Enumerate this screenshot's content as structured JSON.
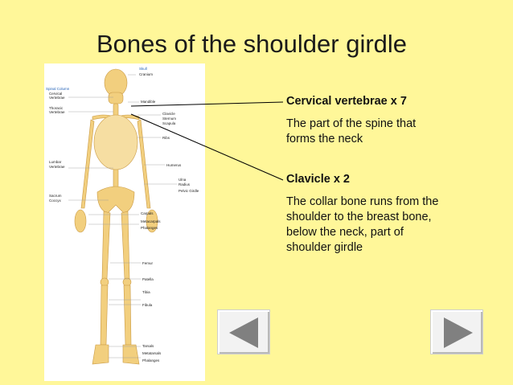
{
  "slide": {
    "title": "Bones of the shoulder girdle"
  },
  "figure_labels": {
    "skull": "Skull",
    "cranium": "Cranium",
    "spinal_column": "Spinal Column",
    "cervical": "Cervical",
    "vertebrae_1": "Vertebrae",
    "thoracic": "Thoracic",
    "vertebrae_2": "Vertebrae",
    "mandible": "Mandible",
    "clavicle": "Clavicle",
    "sternum": "Sternum",
    "scapula": "Scapula",
    "ribs": "Ribs",
    "lumbar": "Lumbar",
    "vertebrae_3": "Vertebrae",
    "humerus": "Humerus",
    "ulna": "Ulna",
    "radius": "Radius",
    "pelvic_girdle": "Pelvic Girdle",
    "sacrum": "Sacrum",
    "coccyx": "Coccyx",
    "carpals": "Carpals",
    "metacarpals": "Metacarpals",
    "phalanges_hand": "Phalanges",
    "femur": "Femur",
    "patella": "Patella",
    "tibia": "Tibia",
    "fibula": "Fibula",
    "tarsals": "Tarsals",
    "metatarsals": "Metatarsals",
    "phalanges_foot": "Phalanges"
  },
  "content": {
    "heading_1": "Cervical vertebrae x 7",
    "desc_1_line_1": "The part of the spine that",
    "desc_1_line_2": "forms the neck",
    "heading_2": "Clavicle x 2",
    "desc_2_line_1": "The collar bone runs from the",
    "desc_2_line_2": "shoulder to the breast bone,",
    "desc_2_line_3": "below the neck, part of",
    "desc_2_line_4": "shoulder girdle"
  },
  "nav": {
    "back_icon": "triangle-left-icon",
    "forward_icon": "triangle-right-icon"
  },
  "colors": {
    "background": "#fff799",
    "bone": "#f2cf7e",
    "button_face": "#f2f2f2",
    "arrow": "#808080"
  }
}
